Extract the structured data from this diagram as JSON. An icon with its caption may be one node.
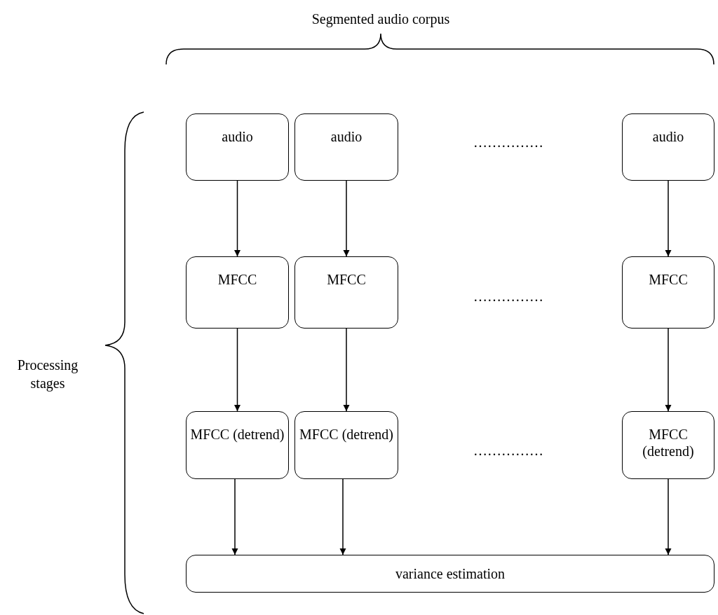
{
  "diagram": {
    "nodes": [
      {
        "text": [
          "audio"
        ]
      },
      {
        "text": [
          "audio"
        ]
      },
      {
        "text": [
          "audio"
        ]
      },
      {
        "text": [
          "MFCC"
        ]
      },
      {
        "text": [
          "MFCC"
        ]
      },
      {
        "text": [
          "MFCC"
        ]
      },
      {
        "text": [
          "MFCC (detrend)"
        ]
      },
      {
        "text": [
          "MFCC (detrend)"
        ]
      },
      {
        "text": [
          "MFCC (detrend)"
        ]
      },
      {
        "text": [
          "variance estimation"
        ]
      }
    ],
    "edges": [
      {
        "from": 0,
        "to": 3,
        "arrow": "to"
      },
      {
        "from": 1,
        "to": 4,
        "arrow": "to"
      },
      {
        "from": 2,
        "to": 5,
        "arrow": "to"
      },
      {
        "from": 3,
        "to": 6,
        "arrow": "to"
      },
      {
        "from": 4,
        "to": 7,
        "arrow": "to"
      },
      {
        "from": 5,
        "to": 8,
        "arrow": "to"
      },
      {
        "from": 6,
        "to": 9,
        "arrow": "to"
      },
      {
        "from": 7,
        "to": 9,
        "arrow": "to"
      },
      {
        "from": 8,
        "to": 9,
        "arrow": "to"
      }
    ],
    "labels": [
      "Segmented audio corpus",
      "Processing stages",
      "……………",
      "……………",
      "……………"
    ]
  }
}
